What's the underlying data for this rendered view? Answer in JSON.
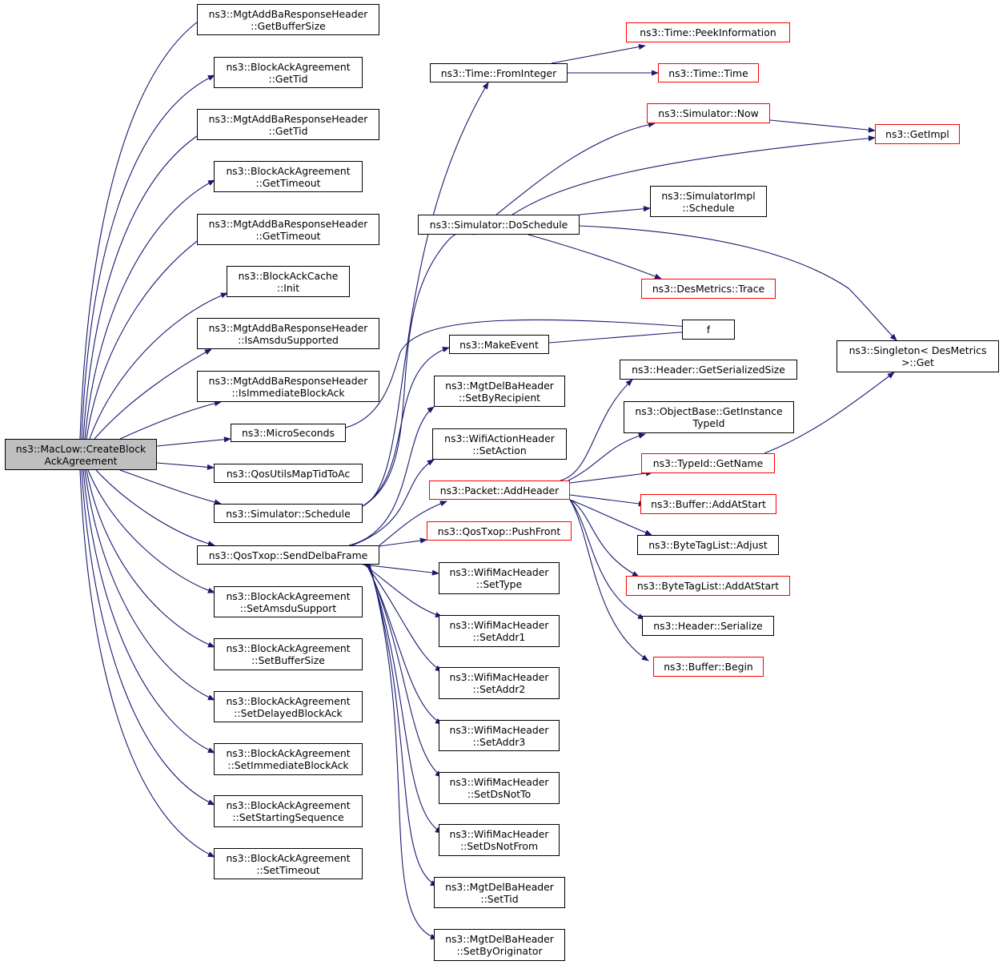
{
  "colors": {
    "edge": "#191970",
    "border": "#000000",
    "red_border": "#ff0000",
    "root_fill": "#bfbfbf"
  },
  "nodes": {
    "root": {
      "lines": [
        "ns3::MacLow::CreateBlock",
        "AckAgreement"
      ]
    },
    "a1": {
      "lines": [
        "ns3::MgtAddBaResponseHeader",
        "::GetBufferSize"
      ]
    },
    "a2": {
      "lines": [
        "ns3::BlockAckAgreement",
        "::GetTid"
      ]
    },
    "a3": {
      "lines": [
        "ns3::MgtAddBaResponseHeader",
        "::GetTid"
      ]
    },
    "a4": {
      "lines": [
        "ns3::BlockAckAgreement",
        "::GetTimeout"
      ]
    },
    "a5": {
      "lines": [
        "ns3::MgtAddBaResponseHeader",
        "::GetTimeout"
      ]
    },
    "a6": {
      "lines": [
        "ns3::BlockAckCache",
        "::Init"
      ]
    },
    "a7": {
      "lines": [
        "ns3::MgtAddBaResponseHeader",
        "::IsAmsduSupported"
      ]
    },
    "a8": {
      "lines": [
        "ns3::MgtAddBaResponseHeader",
        "::IsImmediateBlockAck"
      ]
    },
    "a9": {
      "lines": [
        "ns3::MicroSeconds"
      ]
    },
    "a10": {
      "lines": [
        "ns3::QosUtilsMapTidToAc"
      ]
    },
    "a11": {
      "lines": [
        "ns3::Simulator::Schedule"
      ]
    },
    "a12": {
      "lines": [
        "ns3::QosTxop::SendDelbaFrame"
      ]
    },
    "a13": {
      "lines": [
        "ns3::BlockAckAgreement",
        "::SetAmsduSupport"
      ]
    },
    "a14": {
      "lines": [
        "ns3::BlockAckAgreement",
        "::SetBufferSize"
      ]
    },
    "a15": {
      "lines": [
        "ns3::BlockAckAgreement",
        "::SetDelayedBlockAck"
      ]
    },
    "a16": {
      "lines": [
        "ns3::BlockAckAgreement",
        "::SetImmediateBlockAck"
      ]
    },
    "a17": {
      "lines": [
        "ns3::BlockAckAgreement",
        "::SetStartingSequence"
      ]
    },
    "a18": {
      "lines": [
        "ns3::BlockAckAgreement",
        "::SetTimeout"
      ]
    },
    "b1": {
      "lines": [
        "ns3::Time::FromInteger"
      ]
    },
    "b2": {
      "lines": [
        "ns3::Simulator::DoSchedule"
      ]
    },
    "b3": {
      "lines": [
        "ns3::MakeEvent"
      ]
    },
    "b4": {
      "lines": [
        "ns3::MgtDelBaHeader",
        "::SetByRecipient"
      ]
    },
    "b5": {
      "lines": [
        "ns3::WifiActionHeader",
        "::SetAction"
      ]
    },
    "b6": {
      "lines": [
        "ns3::Packet::AddHeader"
      ]
    },
    "b7": {
      "lines": [
        "ns3::QosTxop::PushFront"
      ]
    },
    "b8": {
      "lines": [
        "ns3::WifiMacHeader",
        "::SetType"
      ]
    },
    "b9": {
      "lines": [
        "ns3::WifiMacHeader",
        "::SetAddr1"
      ]
    },
    "b10": {
      "lines": [
        "ns3::WifiMacHeader",
        "::SetAddr2"
      ]
    },
    "b11": {
      "lines": [
        "ns3::WifiMacHeader",
        "::SetAddr3"
      ]
    },
    "b12": {
      "lines": [
        "ns3::WifiMacHeader",
        "::SetDsNotTo"
      ]
    },
    "b13": {
      "lines": [
        "ns3::WifiMacHeader",
        "::SetDsNotFrom"
      ]
    },
    "b14": {
      "lines": [
        "ns3::MgtDelBaHeader",
        "::SetTid"
      ]
    },
    "b15": {
      "lines": [
        "ns3::MgtDelBaHeader",
        "::SetByOriginator"
      ]
    },
    "c1": {
      "lines": [
        "ns3::Time::PeekInformation"
      ]
    },
    "c2": {
      "lines": [
        "ns3::Time::Time"
      ]
    },
    "c3": {
      "lines": [
        "ns3::Simulator::Now"
      ]
    },
    "c4": {
      "lines": [
        "ns3::SimulatorImpl",
        "::Schedule"
      ]
    },
    "c5": {
      "lines": [
        "ns3::DesMetrics::Trace"
      ]
    },
    "c6": {
      "lines": [
        "f"
      ]
    },
    "c7": {
      "lines": [
        "ns3::Header::GetSerializedSize"
      ]
    },
    "c8": {
      "lines": [
        "ns3::ObjectBase::GetInstance",
        "TypeId"
      ]
    },
    "c9": {
      "lines": [
        "ns3::TypeId::GetName"
      ]
    },
    "c10": {
      "lines": [
        "ns3::Buffer::AddAtStart"
      ]
    },
    "c11": {
      "lines": [
        "ns3::ByteTagList::Adjust"
      ]
    },
    "c12": {
      "lines": [
        "ns3::ByteTagList::AddAtStart"
      ]
    },
    "c13": {
      "lines": [
        "ns3::Header::Serialize"
      ]
    },
    "c14": {
      "lines": [
        "ns3::Buffer::Begin"
      ]
    },
    "d1": {
      "lines": [
        "ns3::GetImpl"
      ]
    },
    "d2": {
      "lines": [
        "ns3::Singleton< DesMetrics",
        ">::Get"
      ]
    }
  }
}
